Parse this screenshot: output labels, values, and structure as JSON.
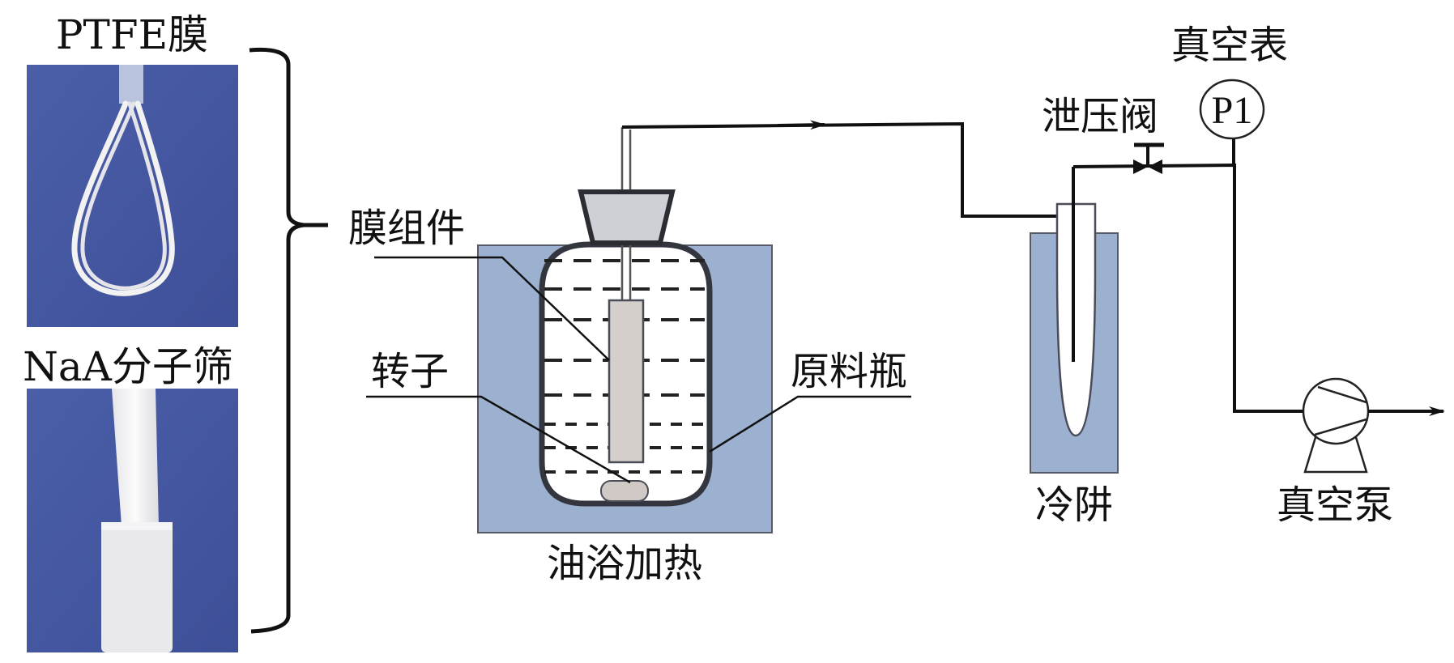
{
  "figure": {
    "type": "experimental-setup-schematic",
    "colors": {
      "photo_background": "#4356a0",
      "bath_fill": "#9cb1d0",
      "stopper_fill": "#cfcfd6",
      "membrane_fill": "#d5cfcc",
      "line": "#111111"
    }
  },
  "photos": {
    "ptfe": {
      "label": "PTFE膜",
      "subject": "braided PTFE membrane loop"
    },
    "naa": {
      "label": "NaA分子筛",
      "subject": "tubular NaA zeolite membrane"
    }
  },
  "labels": {
    "membrane_module": "膜组件",
    "stir_bar": "转子",
    "feed_flask": "原料瓶",
    "oil_bath": "油浴加热",
    "cold_trap": "冷阱",
    "relief_valve": "泄压阀",
    "vacuum_gauge": "真空表",
    "gauge_tag": "P1",
    "vacuum_pump": "真空泵"
  }
}
